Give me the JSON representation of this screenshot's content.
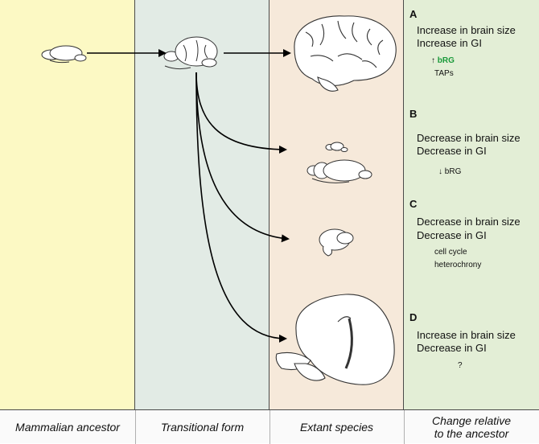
{
  "columns": {
    "mammalian_ancestor": "Mammalian ancestor",
    "transitional_form": "Transitional form",
    "extant_species": "Extant species",
    "change_line1": "Change relative",
    "change_line2": "to the ancestor"
  },
  "panels": [
    {
      "letter": "A",
      "line1": "Increase in brain size",
      "line2": "Increase in GI",
      "arrow": "↑",
      "detail1": "bRG",
      "detail2": "TAPs"
    },
    {
      "letter": "B",
      "line1": "Decrease in brain size",
      "line2": "Decrease in GI",
      "arrow": "↓",
      "detail1": "bRG"
    },
    {
      "letter": "C",
      "line1": "Decrease in brain size",
      "line2": "Decrease in GI",
      "detail1": "cell cycle",
      "detail2": "heterochrony"
    },
    {
      "letter": "D",
      "line1": "Increase in brain size",
      "line2": "Decrease in GI",
      "detail1": "?"
    }
  ],
  "colors": {
    "ancestor_bg": "#fcf9c4",
    "transitional_bg": "#e2ebe5",
    "extant_bg": "#f6e9da",
    "change_bg": "#e3eed6",
    "highlight": "#1a9a3a"
  }
}
